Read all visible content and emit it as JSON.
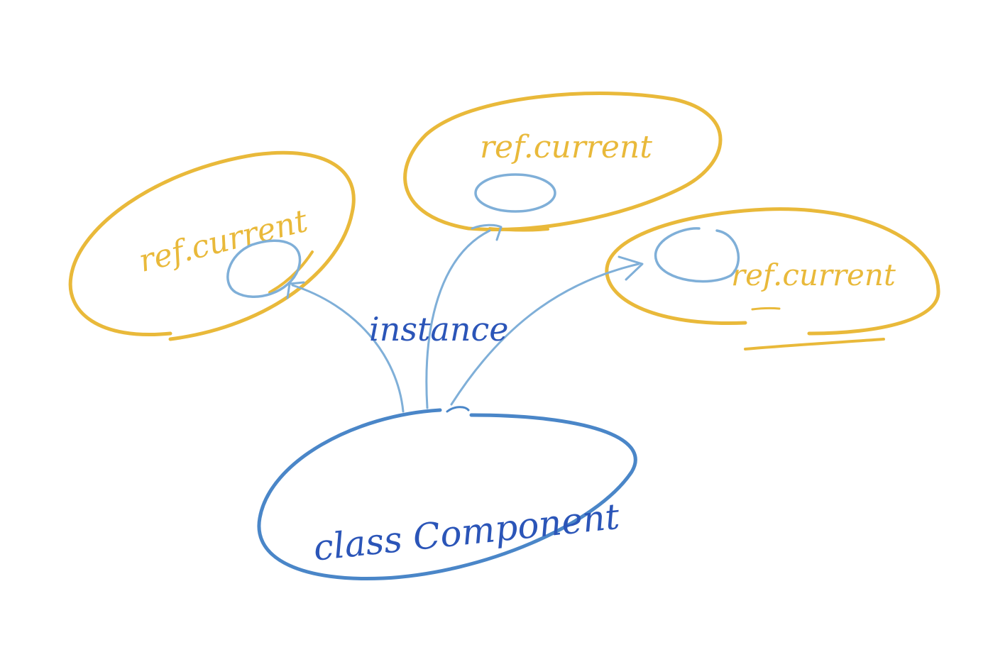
{
  "colors": {
    "ref_yellow": "#E9B93A",
    "instance_light_blue": "#7FAFD8",
    "component_blue": "#4A86C8",
    "text_dark_blue": "#2B55B8",
    "background": "#FFFFFF"
  },
  "diagram": {
    "component": {
      "label": "class Component"
    },
    "edge_label": "instance",
    "refs": [
      {
        "label": "ref.current"
      },
      {
        "label": "ref.current"
      },
      {
        "label": "ref.current"
      }
    ]
  }
}
